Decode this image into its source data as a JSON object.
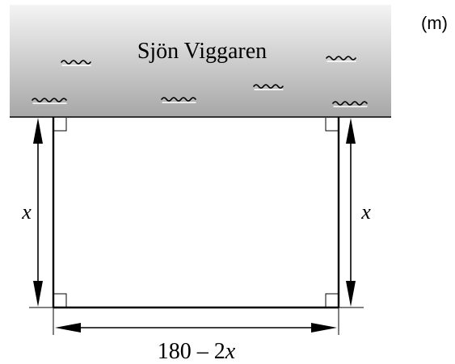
{
  "figure": {
    "unit_label": "(m)",
    "lake_name": "Sjön Viggaren",
    "left_side_label": "x",
    "right_side_label": "x",
    "bottom_label": "180 – 2x",
    "colors": {
      "lake_top": "#f4f4f4",
      "lake_bottom": "#a7a7a7",
      "lines": "#000000",
      "background": "#ffffff"
    }
  }
}
